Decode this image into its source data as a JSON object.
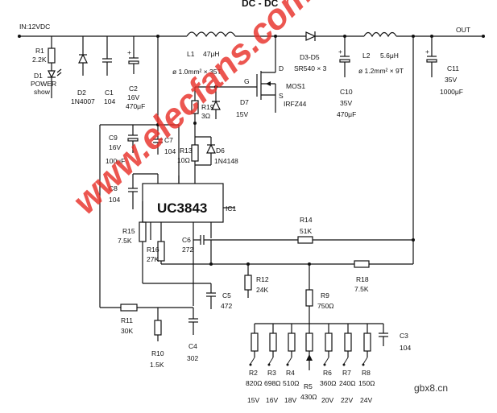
{
  "header": {
    "title_fragment": "DC - DC"
  },
  "terminals": {
    "input": "IN:12VDC",
    "output": "OUT"
  },
  "watermarks": {
    "main": "www.elecfans.com",
    "corner": "gbx8.cn"
  },
  "ic": {
    "name": "UC3843",
    "ref": "IC1"
  },
  "components": {
    "R1": {
      "ref": "R1",
      "value": "2.2K"
    },
    "D1": {
      "ref": "D1",
      "line2": "POWER",
      "line3": "show"
    },
    "D2": {
      "ref": "D2",
      "value": "1N4007"
    },
    "C1": {
      "ref": "C1",
      "value": "104"
    },
    "C2": {
      "ref": "C2",
      "value1": "16V",
      "value2": "470μF"
    },
    "L1": {
      "ref": "L1",
      "value": "47μH",
      "spec": "ø 1.0mm² × 35T"
    },
    "Q1": {
      "ref": "MOS1",
      "part": "IRFZ44",
      "g": "G",
      "d": "D",
      "s": "S"
    },
    "D3": {
      "ref": "D3-D5",
      "value": "SR540 × 3"
    },
    "L2": {
      "ref": "L2",
      "value": "5.6μH",
      "spec": "ø 1.2mm² × 9T"
    },
    "C10": {
      "ref": "C10",
      "value1": "35V",
      "value2": "470μF"
    },
    "C11": {
      "ref": "C11",
      "value1": "35V",
      "value2": "1000μF"
    },
    "R19": {
      "ref": "R19",
      "value": "3Ω"
    },
    "D7": {
      "ref": "D7",
      "value": "15V"
    },
    "R13": {
      "ref": "R13",
      "value": "10Ω"
    },
    "D6": {
      "ref": "D6",
      "value": "1N4148"
    },
    "C9": {
      "ref": "C9",
      "value1": "16V",
      "value2": "100μF"
    },
    "C7": {
      "ref": "C7",
      "value": "104"
    },
    "C8": {
      "ref": "C8",
      "value": "104"
    },
    "R14": {
      "ref": "R14",
      "value": "51K"
    },
    "R15": {
      "ref": "R15",
      "value": "7.5K"
    },
    "R16": {
      "ref": "R16",
      "value": "27K"
    },
    "C6": {
      "ref": "C6",
      "value": "272"
    },
    "R18": {
      "ref": "R18",
      "value": "7.5K"
    },
    "R12": {
      "ref": "R12",
      "value": "24K"
    },
    "C5": {
      "ref": "C5",
      "value": "472"
    },
    "R9": {
      "ref": "R9",
      "value": "750Ω"
    },
    "R11": {
      "ref": "R11",
      "value": "30K"
    },
    "R10": {
      "ref": "R10",
      "value": "1.5K"
    },
    "C4": {
      "ref": "C4",
      "value": "302"
    },
    "C3": {
      "ref": "C3",
      "value": "104"
    }
  },
  "selector": [
    {
      "ref": "R2",
      "value": "820Ω",
      "voltage": "15V"
    },
    {
      "ref": "R3",
      "value": "698Ω",
      "voltage": "16V"
    },
    {
      "ref": "R4",
      "value": "510Ω",
      "voltage": "18V"
    },
    {
      "ref": "R5",
      "value": "430Ω",
      "voltage": ""
    },
    {
      "ref": "R6",
      "value": "360Ω",
      "voltage": "20V"
    },
    {
      "ref": "R7",
      "value": "240Ω",
      "voltage": "22V"
    },
    {
      "ref": "R8",
      "value": "150Ω",
      "voltage": "24V"
    }
  ]
}
